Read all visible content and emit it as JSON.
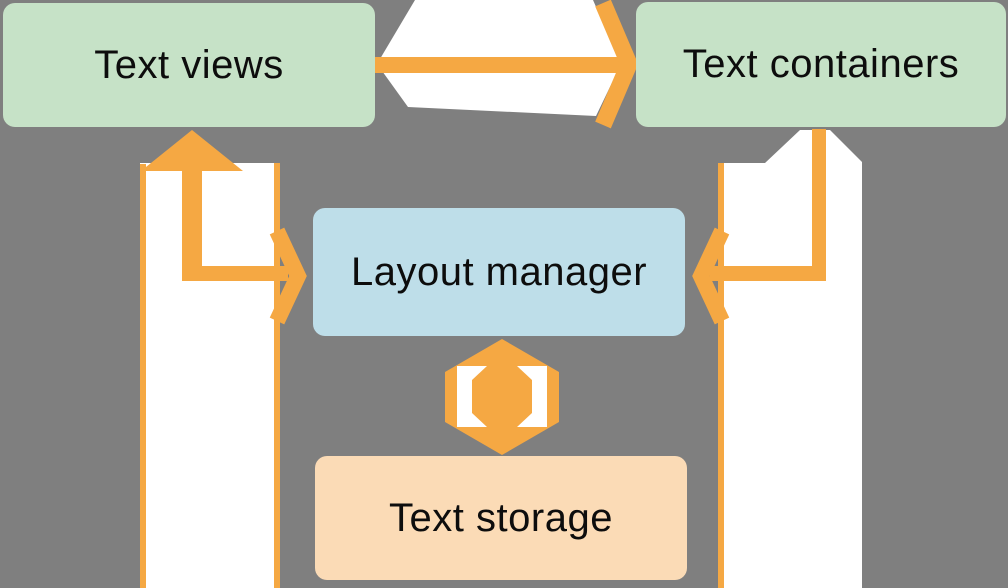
{
  "diagram": {
    "background_color": "#7f7f7f",
    "arrow_color": "#f5a843",
    "arrow_body_color": "#ffffff",
    "text_color": "#0d0d0d",
    "nodes": [
      {
        "id": "text-views",
        "label": "Text views",
        "fill": "#c6e2c7"
      },
      {
        "id": "text-containers",
        "label": "Text containers",
        "fill": "#c6e2c7"
      },
      {
        "id": "layout-manager",
        "label": "Layout manager",
        "fill": "#bedee9"
      },
      {
        "id": "text-storage",
        "label": "Text storage",
        "fill": "#fbdbb6"
      }
    ],
    "connections": [
      {
        "id": "views-containers",
        "from": "text-views",
        "to": "text-containers",
        "style": "white-block-arrow-left-orange-arrow-right"
      },
      {
        "id": "views-layout",
        "from": "text-views",
        "to": "layout-manager",
        "style": "white-block-bar-with-orange-L-arrow"
      },
      {
        "id": "containers-layout",
        "from": "text-containers",
        "to": "layout-manager",
        "style": "white-block-bar-with-orange-L-arrow"
      },
      {
        "id": "layout-storage",
        "from": "layout-manager",
        "to": "text-storage",
        "style": "orange-double-vertical-arrow"
      }
    ]
  }
}
